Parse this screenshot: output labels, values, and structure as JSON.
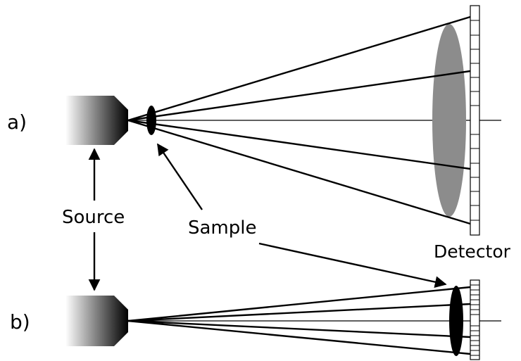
{
  "labels": {
    "panel_a": "a)",
    "panel_b": "b)",
    "source": "Source",
    "sample": "Sample",
    "detector": "Detector"
  },
  "colors": {
    "stroke": "#000000",
    "projection_fill": "#8c8c8c",
    "sample_fill": "#000000",
    "source_gradient_start": "#ffffff",
    "source_gradient_end": "#000000"
  }
}
